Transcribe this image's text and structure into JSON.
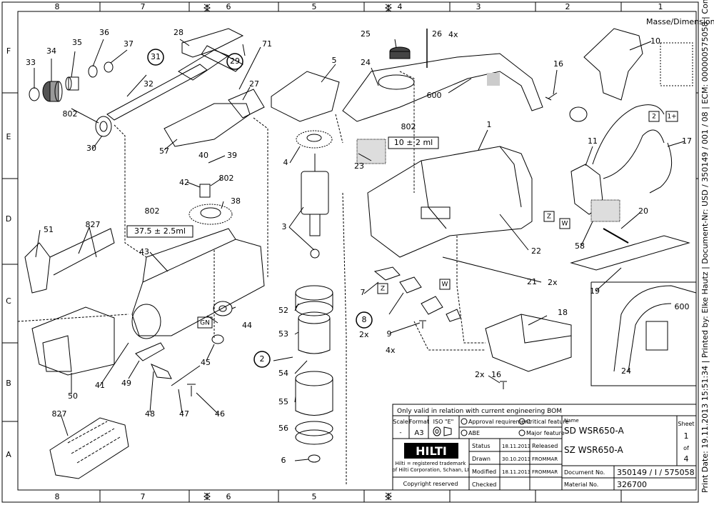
{
  "border": {
    "columns": [
      "8",
      "7",
      "6",
      "5",
      "4",
      "3",
      "2",
      "1"
    ],
    "rows": [
      "F",
      "E",
      "D",
      "C",
      "B",
      "A"
    ]
  },
  "parts": [
    {
      "n": "33"
    },
    {
      "n": "34"
    },
    {
      "n": "35"
    },
    {
      "n": "36"
    },
    {
      "n": "37"
    },
    {
      "n": "31",
      "circled": true
    },
    {
      "n": "802"
    },
    {
      "n": "32"
    },
    {
      "n": "30"
    },
    {
      "n": "28"
    },
    {
      "n": "29",
      "circled": true
    },
    {
      "n": "71"
    },
    {
      "n": "27"
    },
    {
      "n": "57"
    },
    {
      "n": "40"
    },
    {
      "n": "39"
    },
    {
      "n": "42"
    },
    {
      "n": "802"
    },
    {
      "n": "38"
    },
    {
      "n": "802"
    },
    {
      "n": "43"
    },
    {
      "n": "51"
    },
    {
      "n": "827"
    },
    {
      "n": "GN",
      "boxed": true
    },
    {
      "n": "44"
    },
    {
      "n": "45"
    },
    {
      "n": "49"
    },
    {
      "n": "41"
    },
    {
      "n": "50"
    },
    {
      "n": "48"
    },
    {
      "n": "47"
    },
    {
      "n": "46"
    },
    {
      "n": "827"
    },
    {
      "n": "5"
    },
    {
      "n": "4"
    },
    {
      "n": "3"
    },
    {
      "n": "52"
    },
    {
      "n": "53"
    },
    {
      "n": "2",
      "circled": true
    },
    {
      "n": "54"
    },
    {
      "n": "55"
    },
    {
      "n": "56"
    },
    {
      "n": "6"
    },
    {
      "n": "25"
    },
    {
      "n": "26"
    },
    {
      "n": "24"
    },
    {
      "n": "600"
    },
    {
      "n": "23"
    },
    {
      "n": "802"
    },
    {
      "n": "1"
    },
    {
      "n": "7"
    },
    {
      "n": "8",
      "circled": true
    },
    {
      "n": "9"
    },
    {
      "n": "Z",
      "boxed": true
    },
    {
      "n": "W",
      "boxed": true
    },
    {
      "n": "21"
    },
    {
      "n": "22"
    },
    {
      "n": "18"
    },
    {
      "n": "16"
    },
    {
      "n": "16"
    },
    {
      "n": "10"
    },
    {
      "n": "11"
    },
    {
      "n": "2",
      "boxed": true
    },
    {
      "n": "1+",
      "boxed": true
    },
    {
      "n": "17"
    },
    {
      "n": "Z",
      "boxed": true
    },
    {
      "n": "W",
      "boxed": true
    },
    {
      "n": "58"
    },
    {
      "n": "20"
    },
    {
      "n": "19"
    },
    {
      "n": "600"
    },
    {
      "n": "24"
    }
  ],
  "quantities": {
    "q26": "4x",
    "q8": "2x",
    "q9": "4x",
    "q21": "2x",
    "q16": "2x"
  },
  "grease_labels": {
    "g1": "37.5 ± 2.5ml",
    "g2": "10 ± 2 ml"
  },
  "dimensions_note": "Masse/Dimensions in mm",
  "side_text": "Print Date: 19.11.2013 15:51:34 | Printed by: Elke Hautz | Document-Nr: USD / 350149 / 001 / 08 | ECM: 000000575058 | Comment:",
  "title_block": {
    "validity": "Only valid in relation with current engineering BOM",
    "scale_label": "Scale",
    "scale_value": "-",
    "format_label": "Format",
    "format_value": "A3",
    "iso_label": "ISO \"E\"",
    "approval": "Approval requirement",
    "critical": "Critical feature",
    "abe": "ABE",
    "major": "Major feature",
    "name_label": "Name",
    "name_sd": "SD WSR650-A",
    "name_sz": "SZ WSR650-A",
    "sheet_label": "Sheet",
    "sheet_num": "1",
    "sheet_of": "of",
    "sheet_total": "4",
    "logo": "HILTI",
    "trademark1": "Hilti = registered trademark",
    "trademark2": "of Hilti Corporation, Schaan, LI",
    "copyright": "Copyright reserved",
    "rows": [
      {
        "label": "Status",
        "date": "18.11.2013",
        "who": "Released"
      },
      {
        "label": "Drawn",
        "date": "30.10.2013",
        "who": "FROMMAR"
      },
      {
        "label": "Modified",
        "date": "18.11.2013",
        "who": "FROMMAR"
      },
      {
        "label": "Checked",
        "date": "",
        "who": ""
      }
    ],
    "docno_label": "Document No.",
    "docno_value": "350149 / I / 575058",
    "matno_label": "Material No.",
    "matno_value": "326700"
  }
}
